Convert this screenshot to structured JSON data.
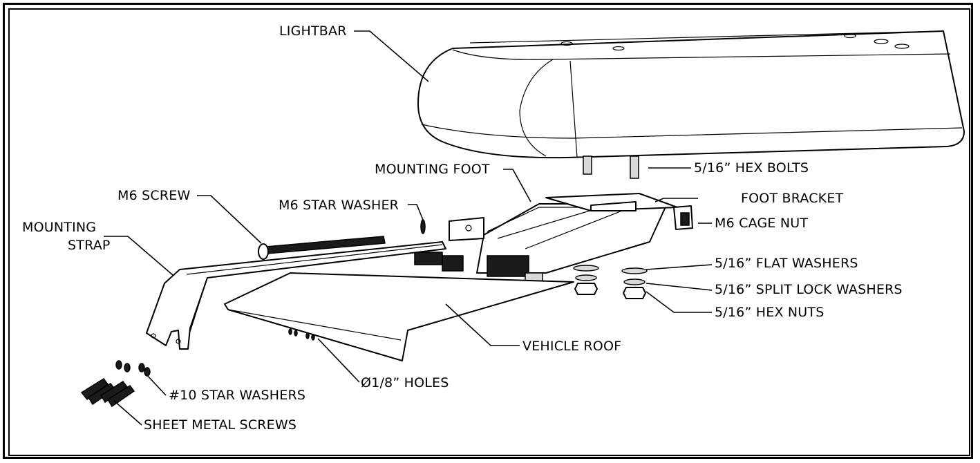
{
  "labels": {
    "lightbar": "LIGHTBAR",
    "mounting_foot": "MOUNTING FOOT",
    "hex_bolts": "5/16” HEX BOLTS",
    "foot_bracket": "FOOT BRACKET",
    "m6_screw": "M6 SCREW",
    "m6_star_washer": "M6 STAR WASHER",
    "m6_cage_nut": "M6 CAGE NUT",
    "mounting_strap_line1": "MOUNTING",
    "mounting_strap_line2": "STRAP",
    "flat_washers": "5/16” FLAT WASHERS",
    "split_lock_washers": "5/16” SPLIT LOCK WASHERS",
    "hex_nuts": "5/16” HEX NUTS",
    "vehicle_roof": "VEHICLE ROOF",
    "holes": "Ø1/8” HOLES",
    "star_washers_10": "#10 STAR WASHERS",
    "sheet_metal_screws": "SHEET METAL SCREWS"
  }
}
